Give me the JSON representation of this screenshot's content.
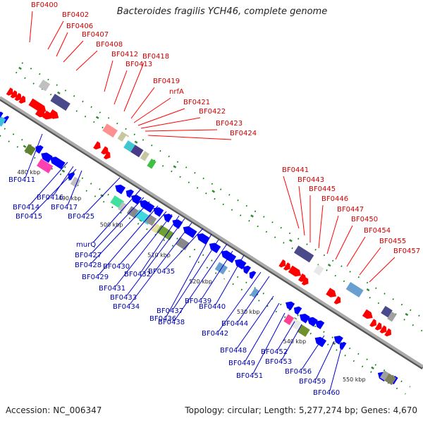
{
  "title": "Bacteroides fragilis YCH46, complete genome",
  "footer": {
    "accession": "Accession: NC_006347",
    "topology": "Topology: circular; Length: 5,277,274 bp; Genes: 4,670"
  },
  "colors": {
    "forward": "#ff0000",
    "reverse": "#0000ff",
    "axis": "#888888",
    "tick": "#008000"
  },
  "kbp_labels": [
    "480 kbp",
    "490 kbp",
    "500 kbp",
    "510 kbp",
    "520 kbp",
    "530 kbp",
    "540 kbp",
    "550 kbp"
  ],
  "forward_genes": [
    "BF0400",
    "BF0402",
    "BF0406",
    "BF0407",
    "BF0408",
    "BF0412",
    "BF0413",
    "BF0418",
    "BF0419",
    "nrfA",
    "BF0421",
    "BF0422",
    "BF0423",
    "BF0424",
    "BF0441",
    "BF0443",
    "BF0445",
    "BF0446",
    "BF0447",
    "BF0450",
    "BF0454",
    "BF0455",
    "BF0457"
  ],
  "reverse_genes": [
    "BF0411",
    "BF0414",
    "BF0416",
    "BF0415",
    "BF0417",
    "BF0425",
    "murQ",
    "BF0427",
    "BF0428",
    "BF0429",
    "BF0430",
    "BF0431",
    "BF0432",
    "BF0433",
    "BF0434",
    "BF0435",
    "BF0436",
    "BF0437",
    "BF0438",
    "BF0439",
    "BF0440",
    "BF0442",
    "BF0444",
    "BF0448",
    "BF0449",
    "BF0451",
    "BF0452",
    "BF0453",
    "BF0456",
    "BF0459",
    "BF0460"
  ]
}
